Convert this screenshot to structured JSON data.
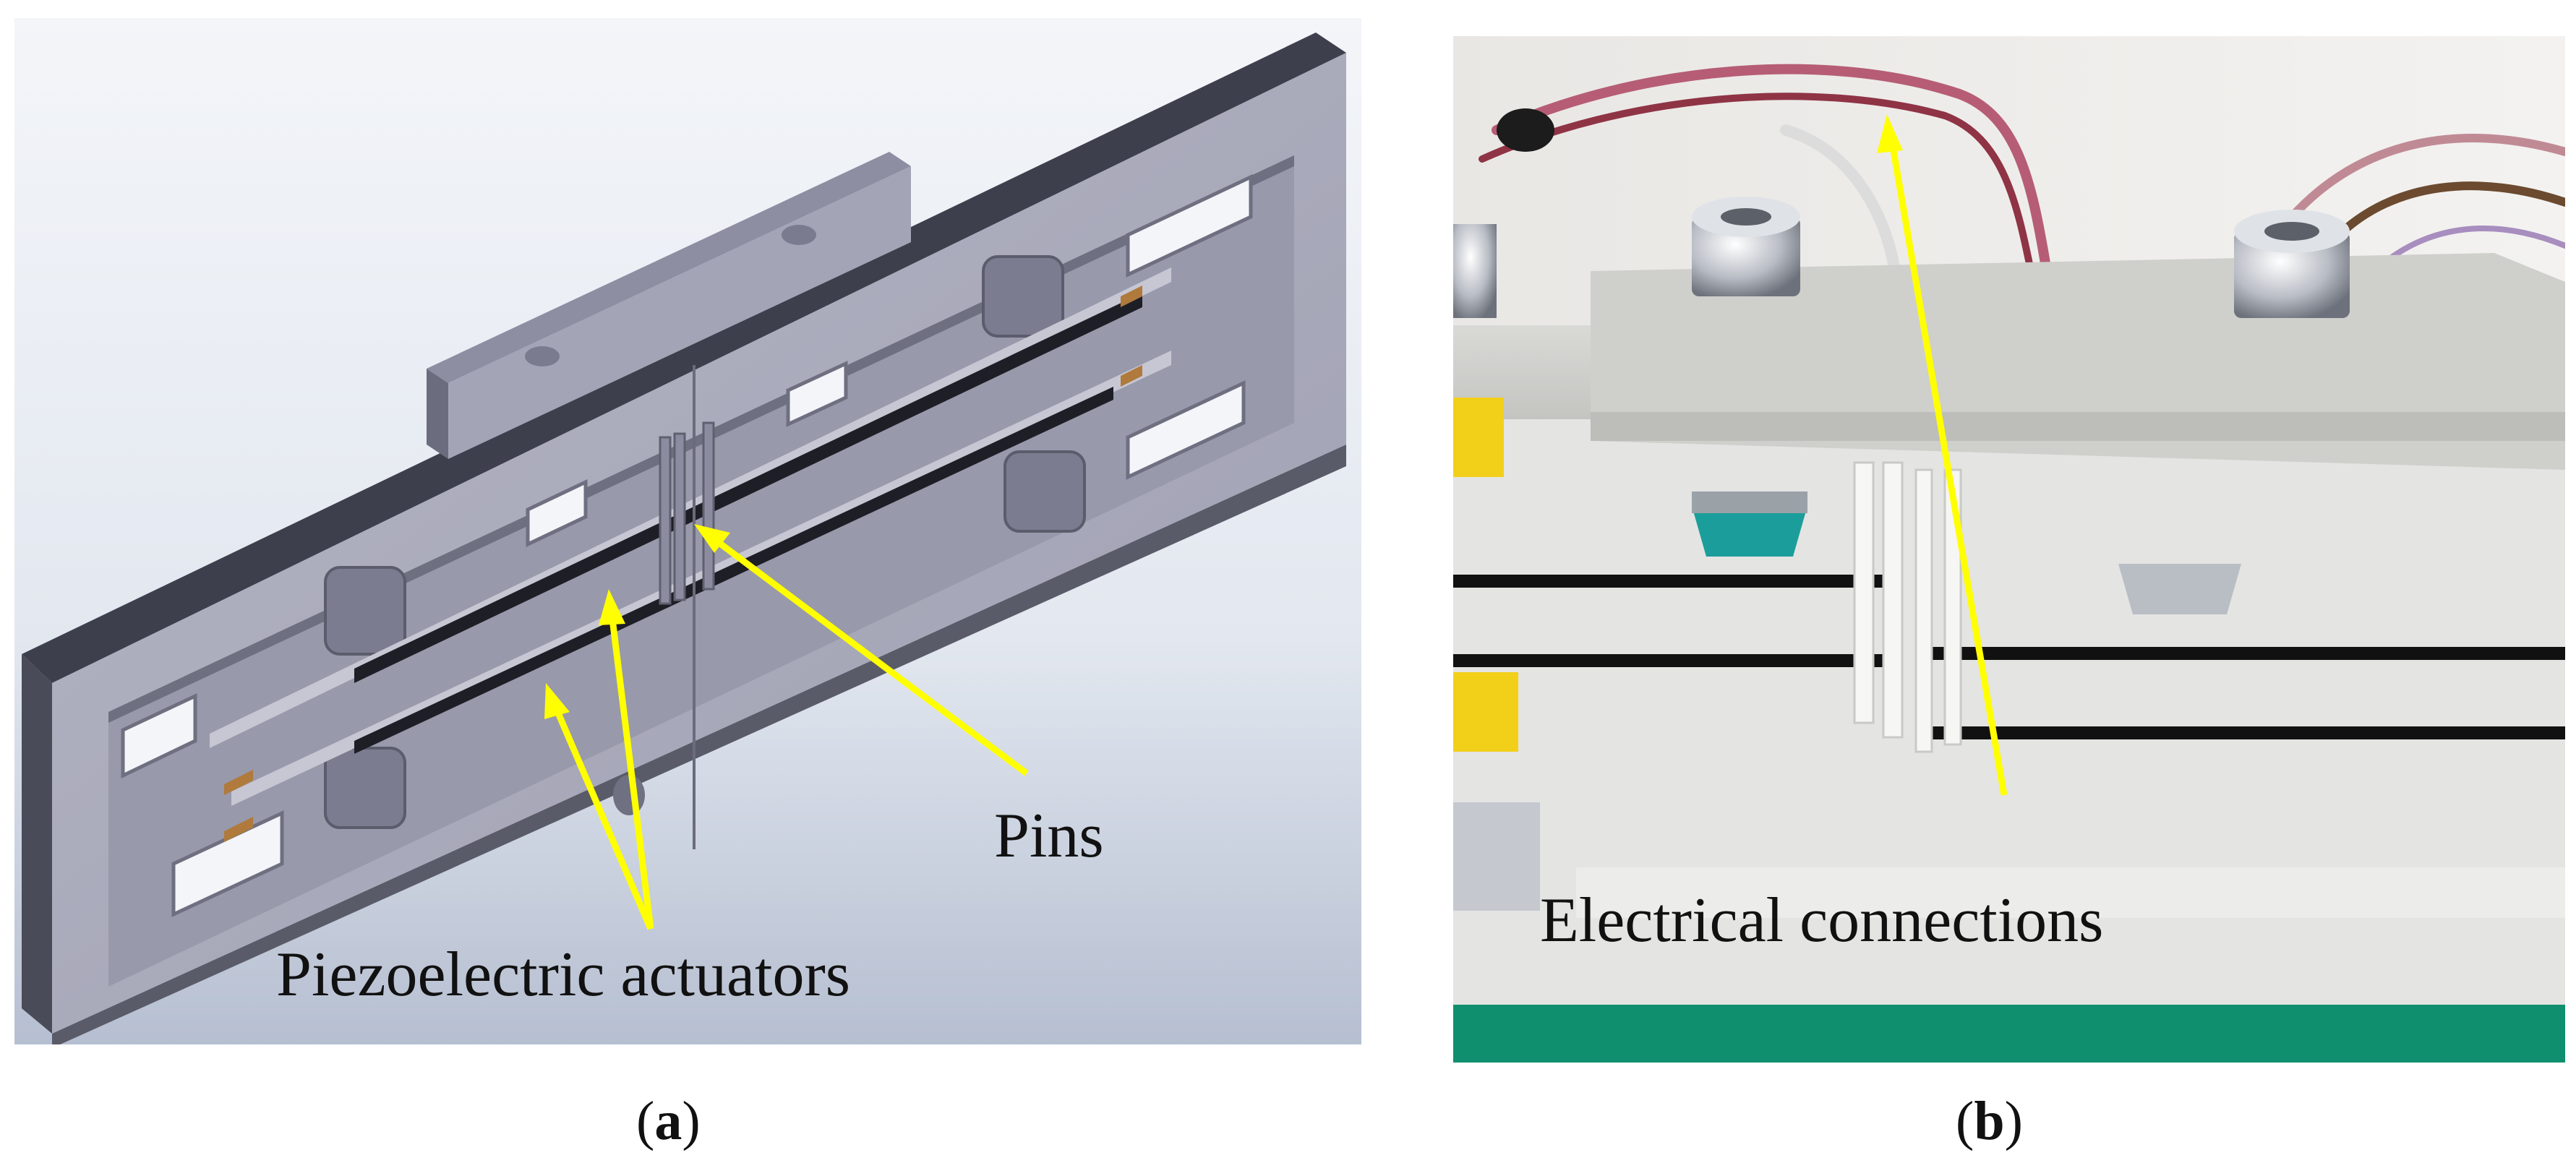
{
  "panel_a": {
    "labels": {
      "pins": "Pins",
      "piezo": "Piezoelectric actuators"
    },
    "caption": {
      "open": "(",
      "letter": "a",
      "close": ")"
    }
  },
  "panel_b": {
    "labels": {
      "electrical": "Electrical connections"
    },
    "caption": {
      "open": "(",
      "letter": "b",
      "close": ")"
    }
  },
  "colors": {
    "arrow": "#ffff00",
    "cad_body": "#a9aabb",
    "cad_dark": "#4a4b58",
    "photo_plastic": "#e2e2e0",
    "photo_green": "#0f8f6e"
  }
}
